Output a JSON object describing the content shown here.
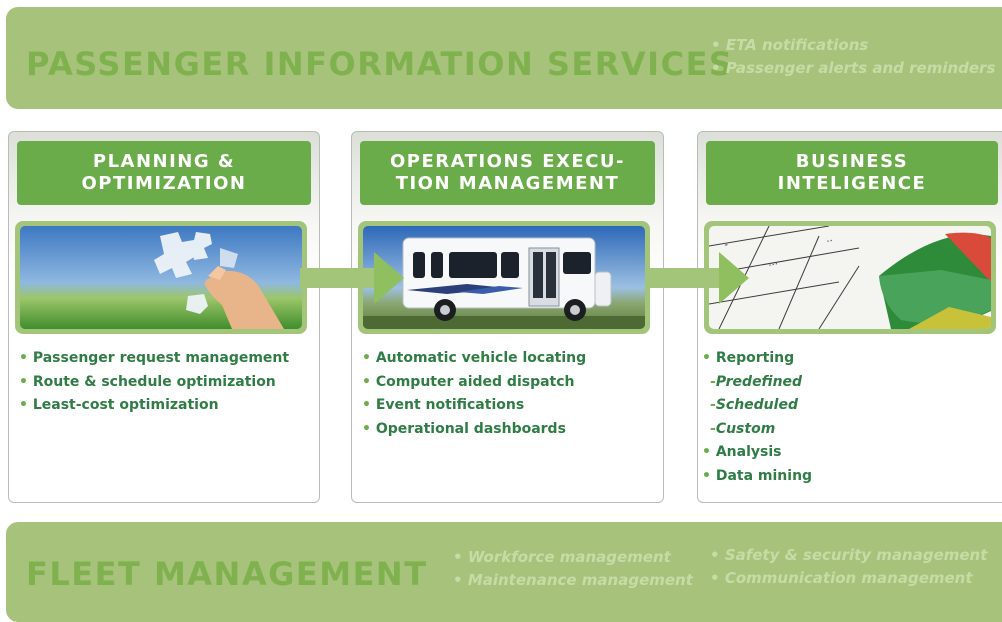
{
  "top_band": {
    "title": "PASSENGER INFORMATION SERVICES",
    "bullets": [
      "ETA notifications",
      "Passenger alerts and reminders"
    ]
  },
  "columns": [
    {
      "title_line1": "PLANNING &",
      "title_line2": "OPTIMIZATION",
      "items": [
        "Passenger request management",
        "Route & schedule optimization",
        "Least-cost optimization"
      ]
    },
    {
      "title_line1": "OPERATIONS EXECU-",
      "title_line2": "TION MANAGEMENT",
      "items": [
        "Automatic vehicle locating",
        "Computer aided dispatch",
        "Event notifications",
        "Operational dashboards"
      ]
    },
    {
      "title_line1": "BUSINESS",
      "title_line2": "INTELIGENCE",
      "items": [
        "Reporting",
        "Predefined",
        "Scheduled",
        "Custom",
        "Analysis",
        "Data mining"
      ]
    }
  ],
  "bottom_band": {
    "title": "FLEET MANAGEMENT",
    "bullets_col1": [
      "Workforce management",
      "Maintenance management"
    ],
    "bullets_col2": [
      "Safety & security management",
      "Communication management"
    ]
  },
  "colors": {
    "band": "#a7c27b",
    "band_title": "#7fb24f",
    "column_header": "#6bac4a",
    "list_text": "#2f7d45"
  }
}
